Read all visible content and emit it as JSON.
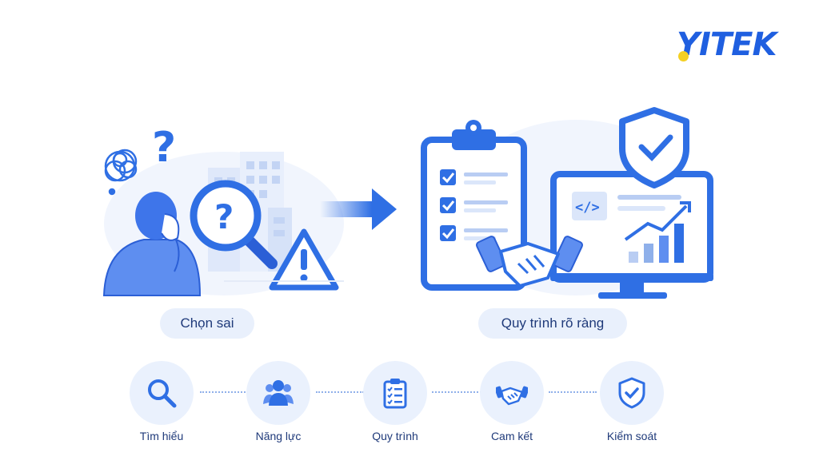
{
  "logo": {
    "text": "YITEK",
    "dot_color": "#f4d023",
    "brand_color": "#1f5fe0"
  },
  "left_panel": {
    "label": "Chọn sai"
  },
  "right_panel": {
    "label": "Quy trình rõ ràng"
  },
  "steps": [
    {
      "label": "Tìm hiểu",
      "icon": "magnifier-icon"
    },
    {
      "label": "Năng lực",
      "icon": "team-icon"
    },
    {
      "label": "Quy trình",
      "icon": "clipboard-checklist-icon"
    },
    {
      "label": "Cam kết",
      "icon": "handshake-icon"
    },
    {
      "label": "Kiểm soát",
      "icon": "shield-check-icon"
    }
  ],
  "colors": {
    "accent": "#2f6fe4",
    "light": "#e9f0fc",
    "text": "#1f3a7a"
  }
}
